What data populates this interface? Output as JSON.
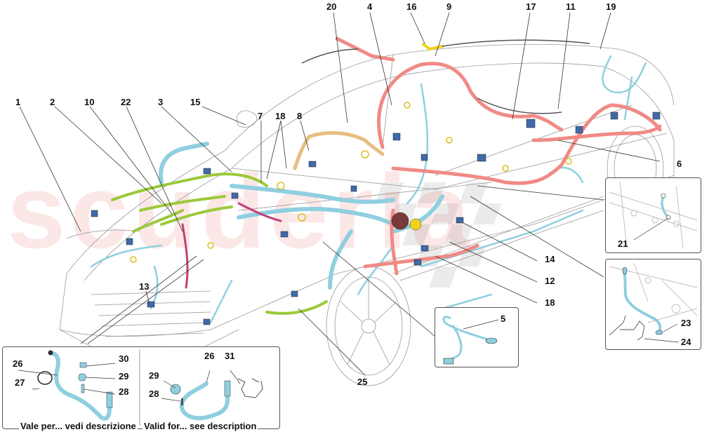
{
  "diagram": {
    "title": "Wiring harness exploded parts diagram",
    "watermark": "scuderia",
    "colors": {
      "harness_blue": "#8fcfe0",
      "harness_red": "#f08a86",
      "harness_green": "#9cc93a",
      "harness_tan": "#e6bf7e",
      "harness_yellow": "#f2d21a",
      "harness_magenta": "#c0407a",
      "connector_blue": "#3f6aa8",
      "outline": "#9a9a9a",
      "label": "#111111",
      "watermark": "#f5c4c4"
    },
    "callouts": [
      {
        "id": "1",
        "label": "1"
      },
      {
        "id": "2",
        "label": "2"
      },
      {
        "id": "10",
        "label": "10"
      },
      {
        "id": "22",
        "label": "22"
      },
      {
        "id": "3",
        "label": "3"
      },
      {
        "id": "15",
        "label": "15"
      },
      {
        "id": "7",
        "label": "7"
      },
      {
        "id": "18a",
        "label": "18"
      },
      {
        "id": "8",
        "label": "8"
      },
      {
        "id": "20",
        "label": "20"
      },
      {
        "id": "4",
        "label": "4"
      },
      {
        "id": "16",
        "label": "16"
      },
      {
        "id": "9",
        "label": "9"
      },
      {
        "id": "17",
        "label": "17"
      },
      {
        "id": "11",
        "label": "11"
      },
      {
        "id": "19",
        "label": "19"
      },
      {
        "id": "6",
        "label": "6"
      },
      {
        "id": "14",
        "label": "14"
      },
      {
        "id": "12",
        "label": "12"
      },
      {
        "id": "18b",
        "label": "18"
      },
      {
        "id": "13",
        "label": "13"
      },
      {
        "id": "25",
        "label": "25"
      },
      {
        "id": "5",
        "label": "5"
      },
      {
        "id": "21",
        "label": "21"
      },
      {
        "id": "23",
        "label": "23"
      },
      {
        "id": "24",
        "label": "24"
      }
    ],
    "insets": {
      "battery_cable": {
        "callouts": {
          "c26a": "26",
          "c27": "27",
          "c30": "30",
          "c29a": "29",
          "c28a": "28",
          "c29b": "29",
          "c28b": "28",
          "c26b": "26",
          "c31": "31"
        },
        "caption_it": "Vale per... vedi descrizione",
        "caption_en": "Valid for... see description"
      },
      "sensor_cable": {
        "callout": "5"
      },
      "ground_strap_upper": {
        "callout": "21"
      },
      "ground_strap_lower": {
        "callouts": [
          "23",
          "24"
        ]
      }
    }
  }
}
